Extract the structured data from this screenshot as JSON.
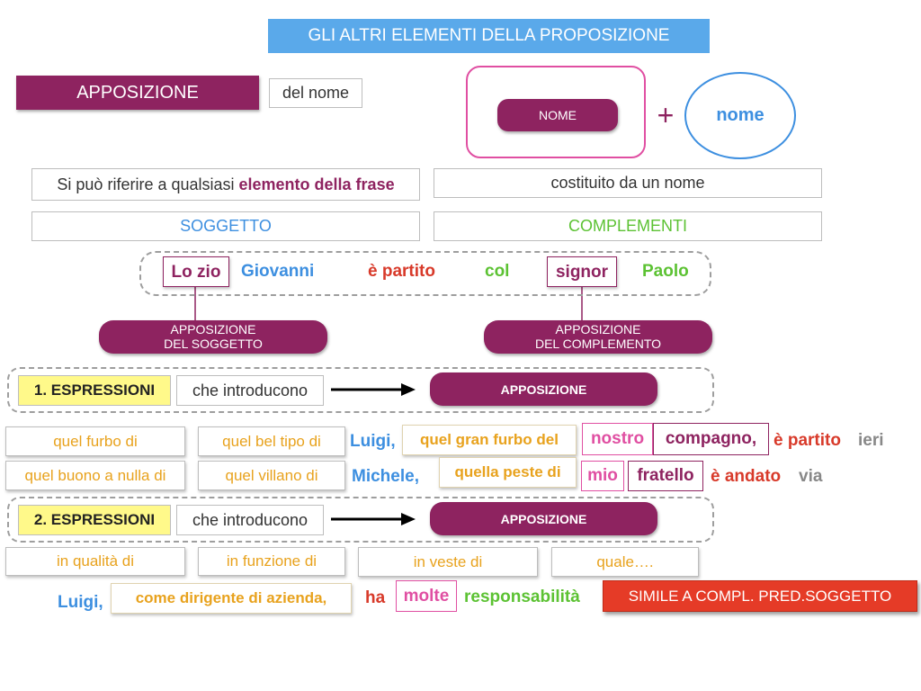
{
  "title": "GLI ALTRI ELEMENTI DELLA PROPOSIZIONE",
  "apposizione": {
    "label": "APPOSIZIONE",
    "del_nome": "del nome"
  },
  "formula": {
    "nome_pill": "NOME",
    "plus": "+",
    "nome_circle": "nome"
  },
  "riferire": {
    "prefix": "Si può riferire a qualsiasi ",
    "bold": "elemento della frase"
  },
  "costituito": "costituito da un nome",
  "soggetto": "SOGGETTO",
  "complementi": "COMPLEMENTI",
  "example1": {
    "lozio": "Lo zio",
    "giovanni": "Giovanni",
    "partito": "è partito",
    "col": "col",
    "signor": "signor",
    "paolo": "Paolo"
  },
  "app_soggetto": {
    "line1": "APPOSIZIONE",
    "line2": "DEL SOGGETTO"
  },
  "app_complemento": {
    "line1": "APPOSIZIONE",
    "line2": "DEL COMPLEMENTO"
  },
  "row1": {
    "label": "1. ESPRESSIONI",
    "intro": "che introducono",
    "pill": "APPOSIZIONE"
  },
  "row2": {
    "label": "2. ESPRESSIONI",
    "intro": "che introducono",
    "pill": "APPOSIZIONE"
  },
  "expr1": [
    "quel furbo di",
    "quel bel tipo di",
    "quel buono a nulla di",
    "quel villano di"
  ],
  "ex_luigi": {
    "luigi": "Luigi,",
    "phrase": "quel gran furbo del",
    "nostro": "nostro",
    "compagno": "compagno,",
    "partito": "è partito",
    "ieri": "ieri"
  },
  "ex_michele": {
    "michele": "Michele,",
    "phrase": "quella peste di",
    "mio": "mio",
    "fratello": "fratello",
    "andato": "è andato",
    "via": "via"
  },
  "expr2": [
    "in qualità di",
    "in funzione di",
    "in veste di",
    "quale…."
  ],
  "ex_luigi2": {
    "luigi": "Luigi,",
    "phrase": "come dirigente di azienda,",
    "ha": "ha",
    "molte": "molte",
    "resp": "responsabilità",
    "simile": "SIMILE A COMPL. PRED.SOGGETTO"
  },
  "colors": {
    "purple": "#8e2360",
    "blue": "#3d8fe0",
    "red": "#d83a2a",
    "green": "#5cc233",
    "title_bg": "#5aa9ea",
    "yellow": "#fff98a",
    "orange": "#e8a21d",
    "pink": "#e04fa2"
  }
}
